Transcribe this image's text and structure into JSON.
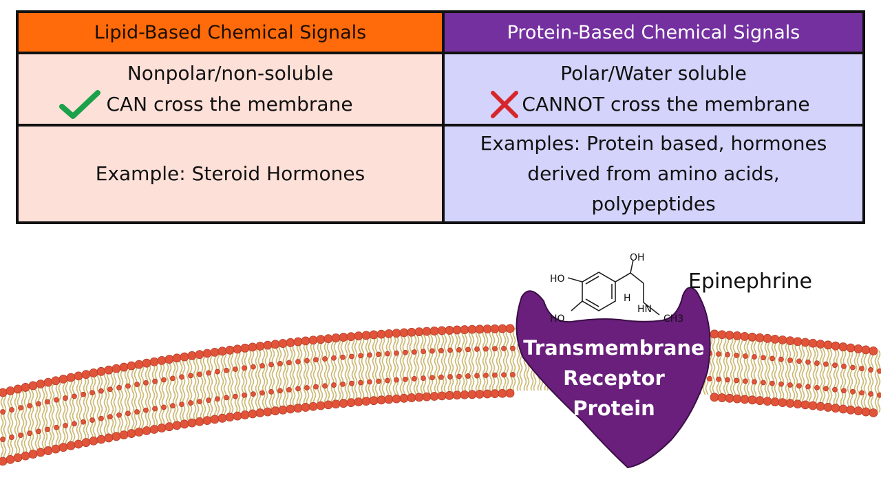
{
  "table": {
    "headers": [
      "Lipid-Based Chemical Signals",
      "Protein-Based Chemical Signals"
    ],
    "lipid": {
      "property": "Nonpolar/non-soluble",
      "membrane": "CAN cross the membrane",
      "example": "Example: Steroid Hormones",
      "membrane_icon": "check-icon"
    },
    "protein": {
      "property": "Polar/Water soluble",
      "membrane": "CANNOT cross the membrane",
      "example_lines": [
        "Examples: Protein based, hormones",
        "derived from amino acids,",
        "polypeptides"
      ],
      "membrane_icon": "cross-icon"
    }
  },
  "diagram": {
    "ligand_label": "Epinephrine",
    "receptor_lines": [
      "Transmembrane",
      "Receptor",
      "Protein"
    ],
    "molecule_labels": {
      "oh_top": "OH",
      "ho_upper": "HO",
      "ho_lower": "HO",
      "h": "H",
      "hn": "HN",
      "ch3": "CH3"
    }
  },
  "colors": {
    "lipid_header": "#ff6a0a",
    "protein_header": "#7530a0",
    "lipid_body": "#fde0d8",
    "protein_body": "#d3d3fb",
    "receptor": "#6a1f7c",
    "phospholipid_head": "#e2543a",
    "lipid_tail": "#c9b36a"
  }
}
